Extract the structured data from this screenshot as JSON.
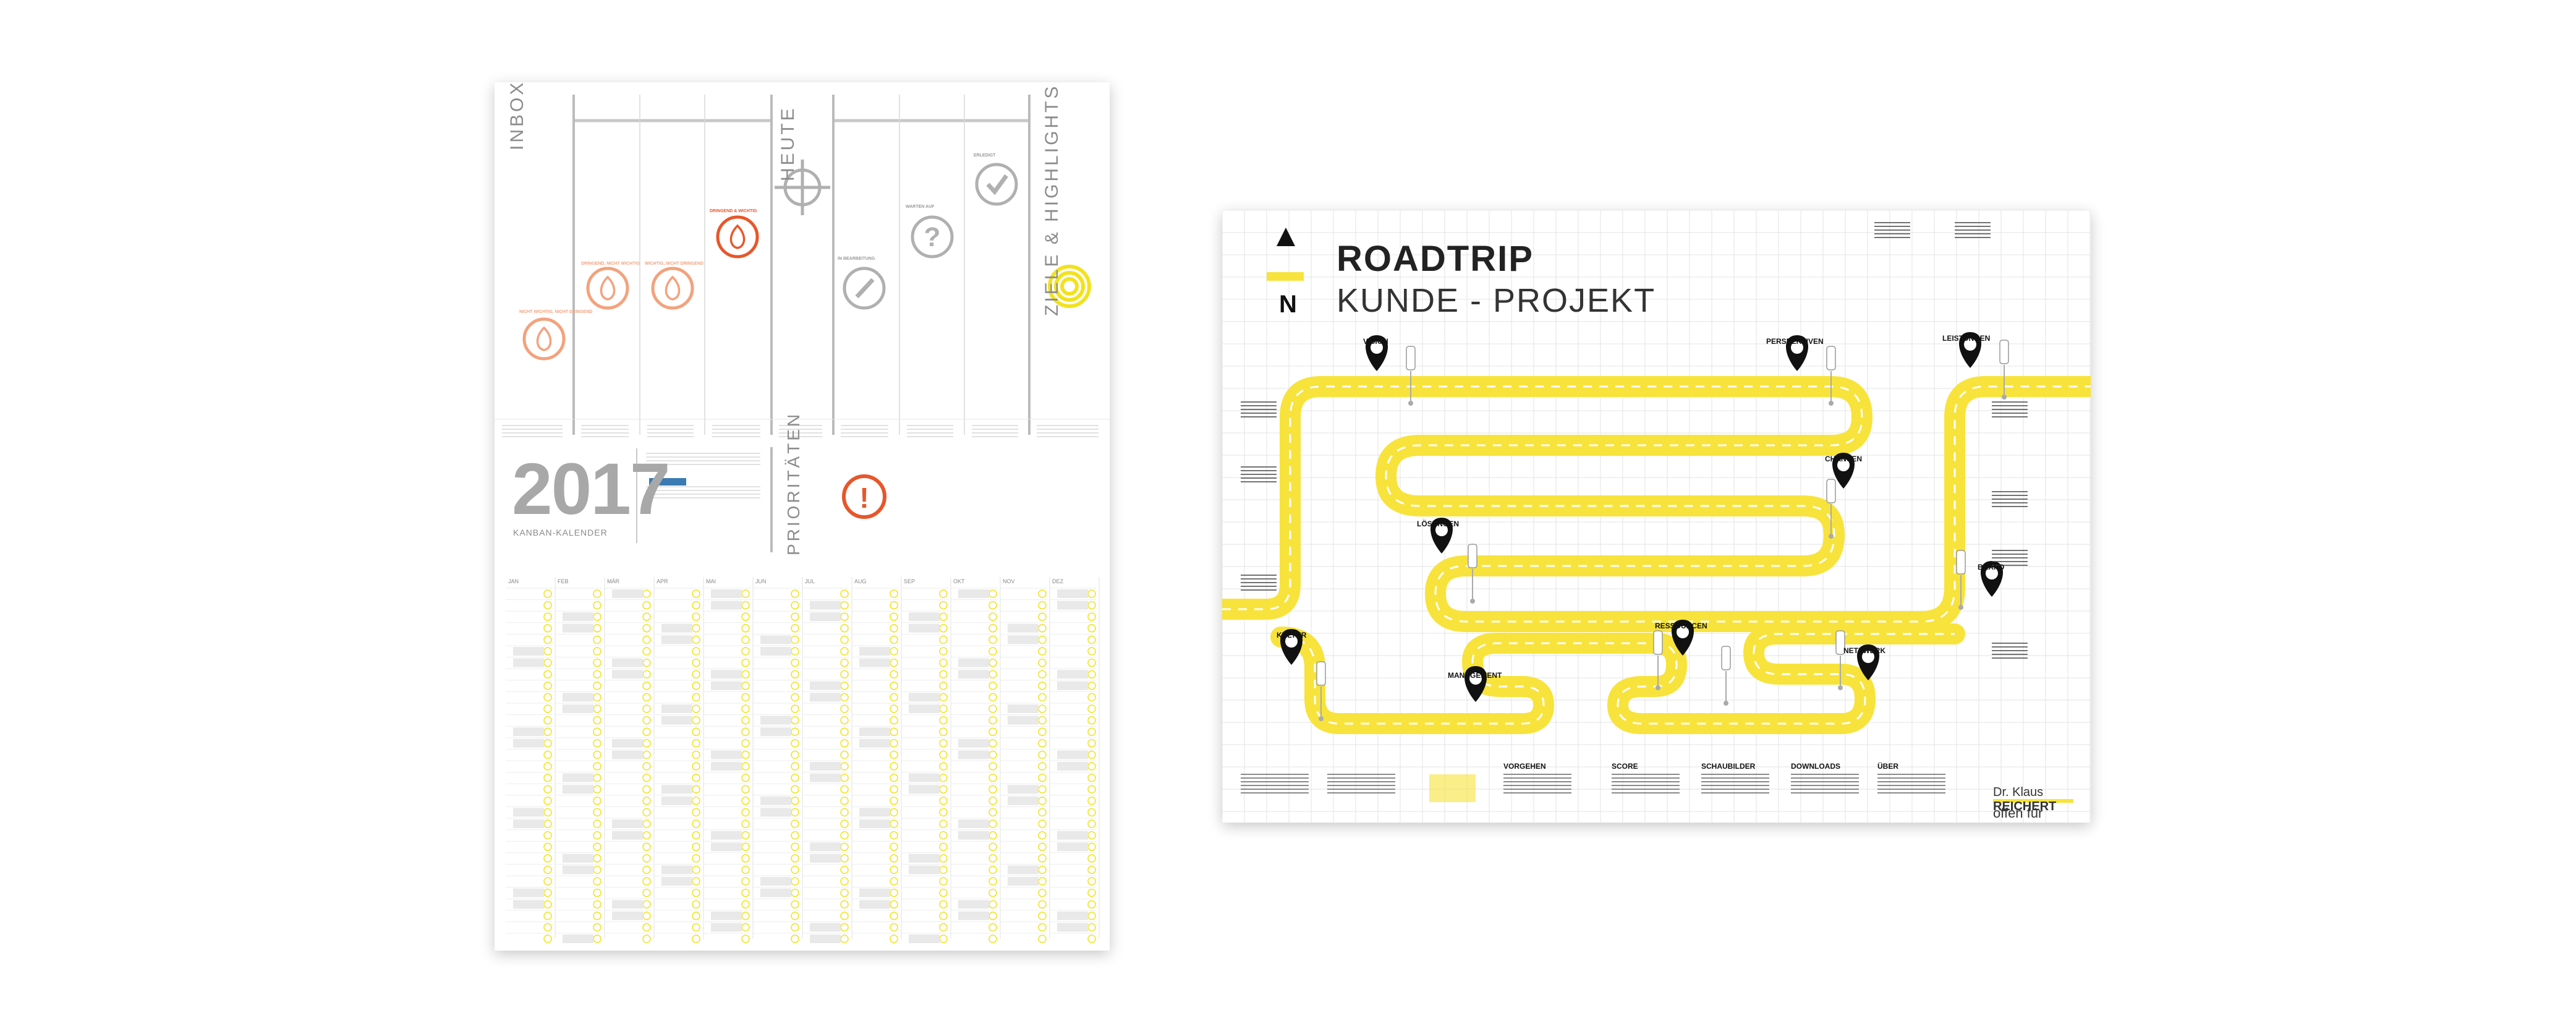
{
  "kanban": {
    "inbox_label": "INBOX",
    "heute_label": "HEUTE",
    "ziele_label": "ZIELE & HIGHLIGHTS",
    "prioritaeten_label": "PRIORITÄTEN",
    "year": "2017",
    "subtitle": "KANBAN-KALENDER",
    "columns": [
      {
        "label": "NICHT WICHTIG, NICHT DRINGEND"
      },
      {
        "label": "DRINGEND, NICHT WICHTIG"
      },
      {
        "label": "WICHTIG, NICHT DRINGEND"
      },
      {
        "label": "DRINGEND & WICHTIG"
      },
      {
        "label": "IN BEARBEITUNG"
      },
      {
        "label": "WARTEN AUF"
      },
      {
        "label": "ERLEDIGT"
      }
    ],
    "months": [
      "JAN",
      "FEB",
      "MÄR",
      "APR",
      "MAI",
      "JUN",
      "JUL",
      "AUG",
      "SEP",
      "OKT",
      "NOV",
      "DEZ"
    ],
    "colors": {
      "orange": "#e8562a",
      "light_orange": "#f3a27d",
      "yellow": "#f2e21e",
      "grey": "#9a9a9a"
    }
  },
  "roadtrip": {
    "title": "ROADTRIP",
    "subtitle": "KUNDE - PROJEKT",
    "north": "N",
    "stops": [
      "VISION",
      "PERSPEKTIVEN",
      "LEISTUNGEN",
      "CHANCEN",
      "LÖSUNGEN",
      "BRAND",
      "KULTUR",
      "RESSOURCEN",
      "NETZWERK",
      "MANAGEMENT"
    ],
    "footer": [
      "VORGEHEN",
      "SCORE",
      "SCHAUBILDER",
      "DOWNLOADS",
      "ÜBER"
    ],
    "brand_name_prefix": "Dr. Klaus",
    "brand_name_bold": "REICHERT",
    "brand_slogan": "offen für Zukunft",
    "colors": {
      "road": "#f7e33b",
      "pin": "#111111",
      "grid": "#e3e3e3"
    }
  }
}
